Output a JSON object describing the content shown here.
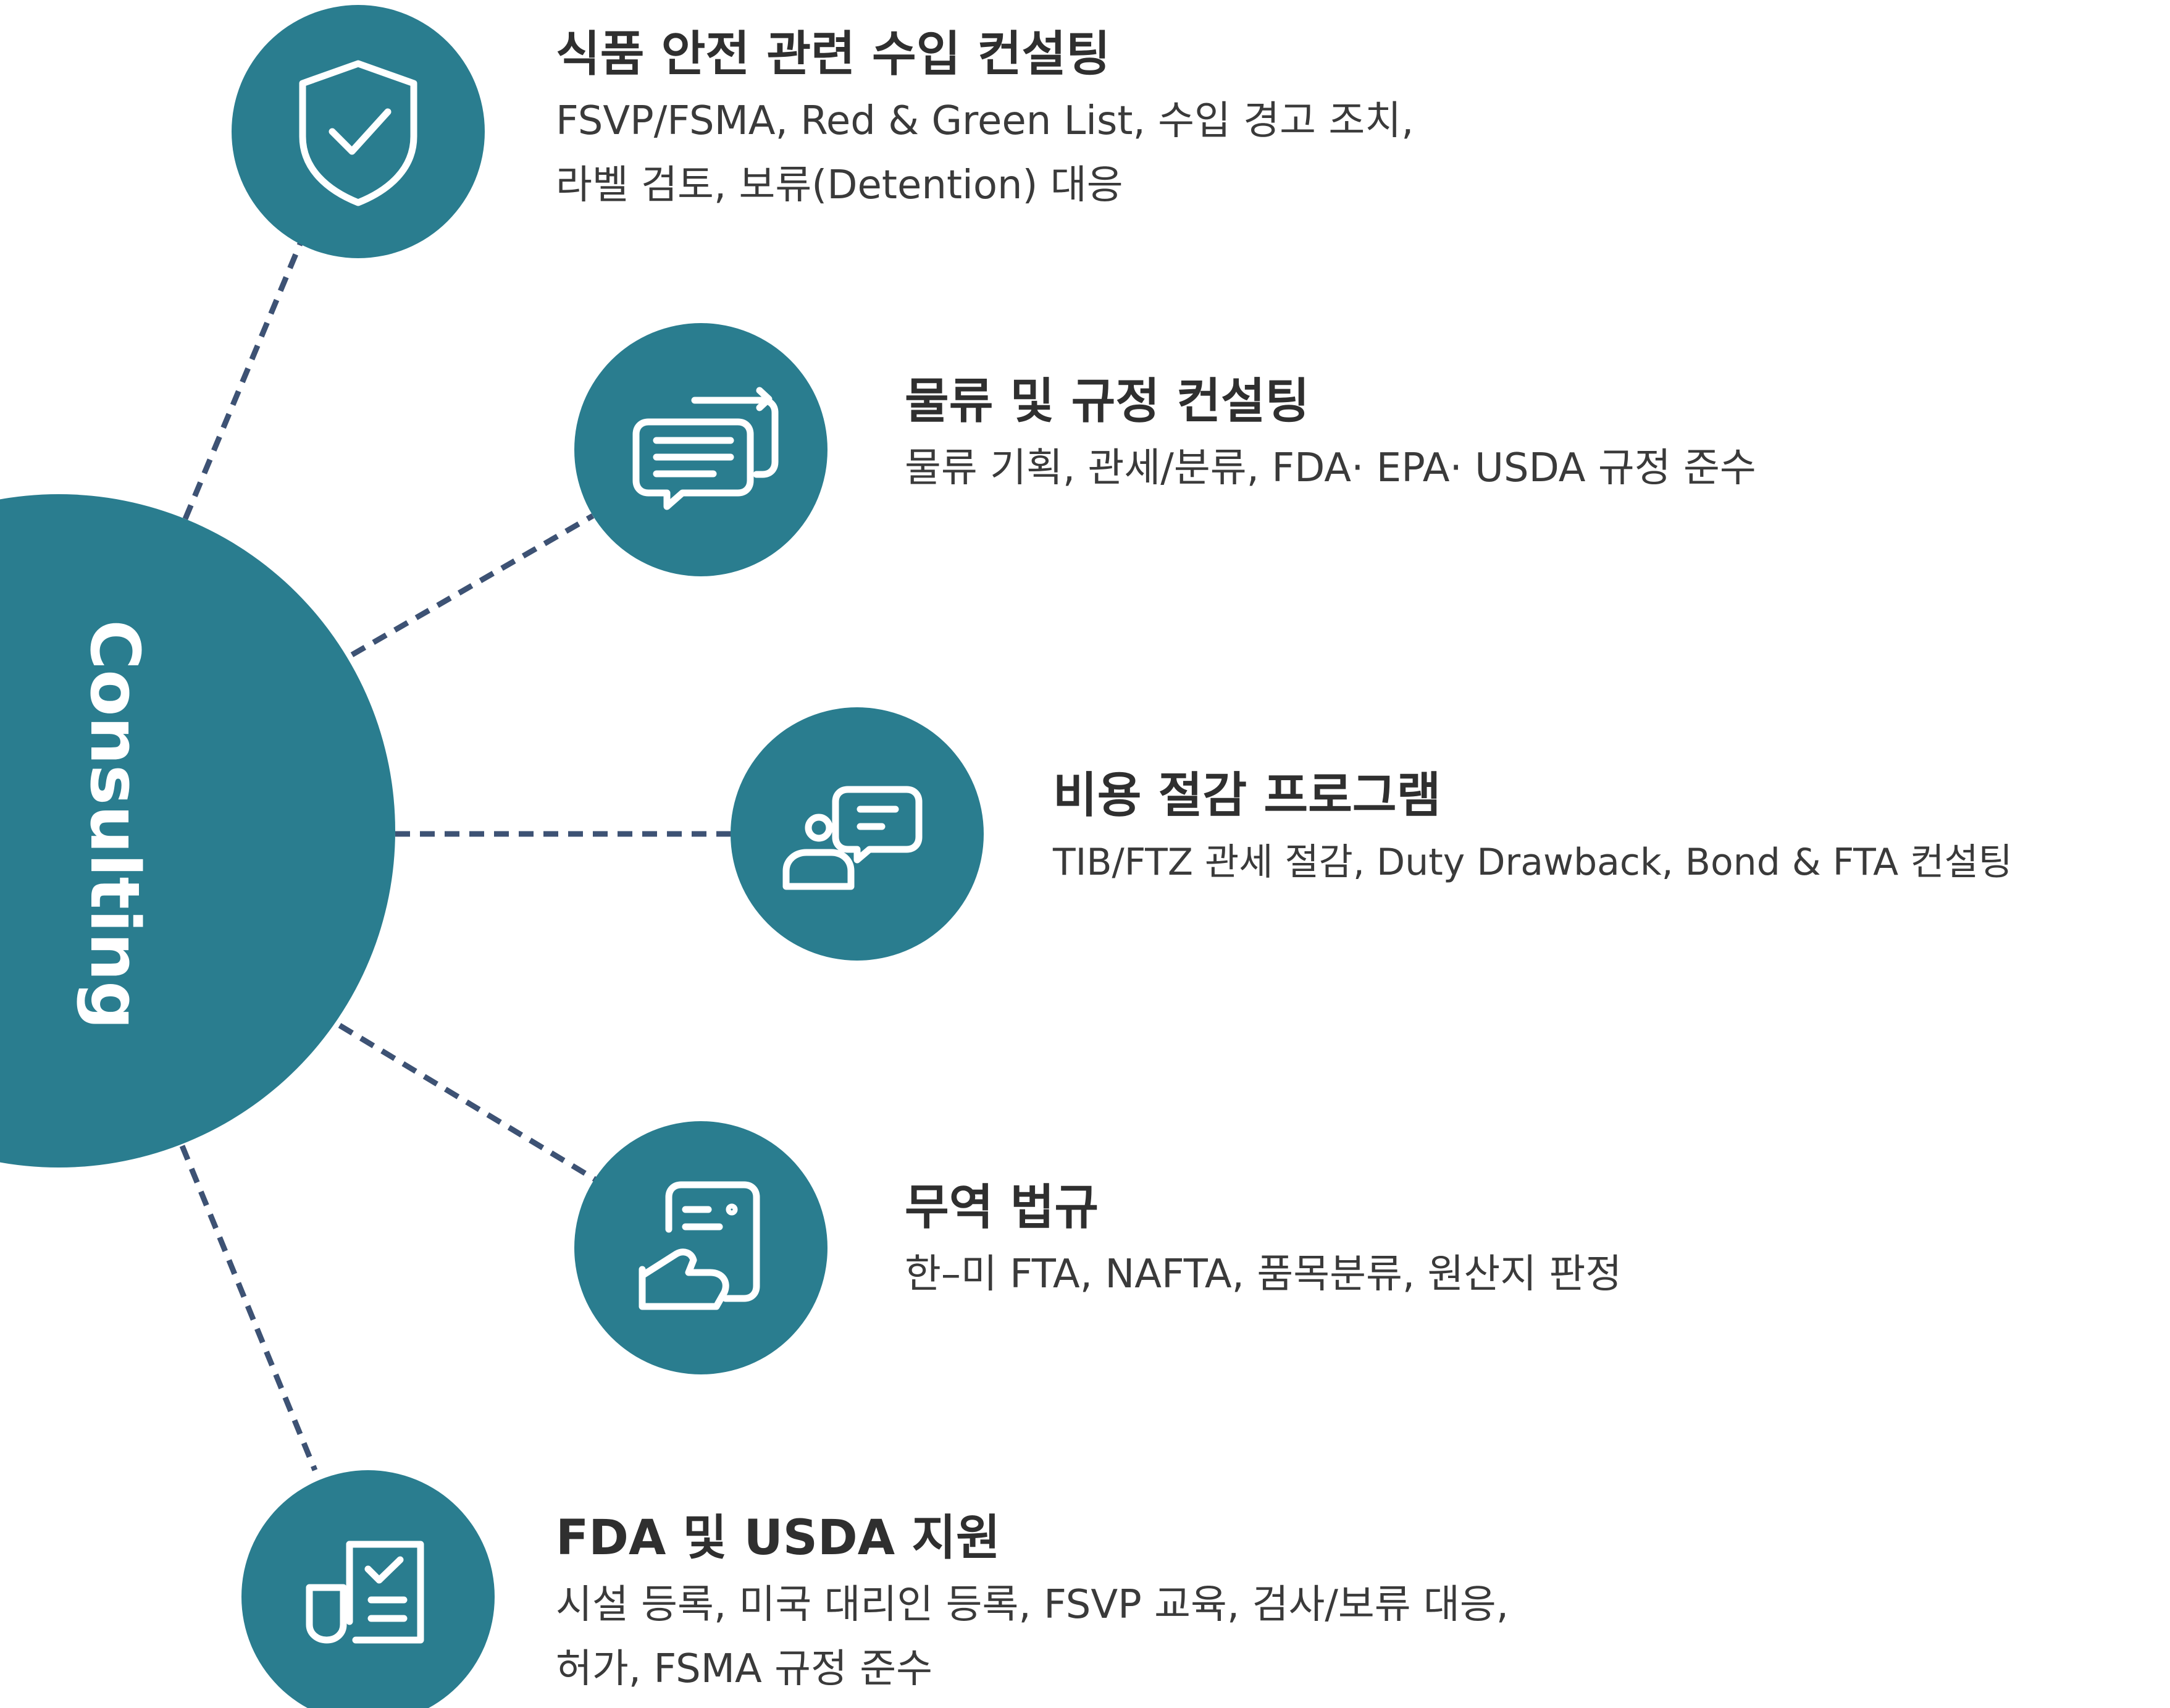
{
  "hub": {
    "label": "Consulting"
  },
  "colors": {
    "node": "#2a7d8f",
    "connector": "#3d5274",
    "title_text": "#2f2f2f",
    "desc_text": "#3a3a3a"
  },
  "items": [
    {
      "icon": "shield-check-icon",
      "title": "식품 안전 관련 수입 컨설팅",
      "desc_lines": [
        "FSVP/FSMA, Red & Green List, 수입 경고 조치,",
        "라벨 검토, 보류(Detention) 대응"
      ]
    },
    {
      "icon": "chat-messages-icon",
      "title": "물류 및 규정 컨설팅",
      "desc_lines": [
        "물류 기획, 관세/분류, FDA· EPA· USDA 규정 준수"
      ]
    },
    {
      "icon": "person-speech-icon",
      "title": "비용 절감 프로그램",
      "desc_lines": [
        "TIB/FTZ 관세 절감, Duty Drawback, Bond & FTA 컨설팅"
      ]
    },
    {
      "icon": "hand-document-icon",
      "title": "무역 법규",
      "desc_lines": [
        "한–미 FTA, NAFTA, 품목분류, 원산지 판정"
      ]
    },
    {
      "icon": "checklist-document-icon",
      "title": "FDA 및 USDA 지원",
      "desc_lines": [
        "시설 등록, 미국 대리인 등록, FSVP 교육, 검사/보류 대응,",
        "허가, FSMA 규정 준수"
      ]
    }
  ]
}
